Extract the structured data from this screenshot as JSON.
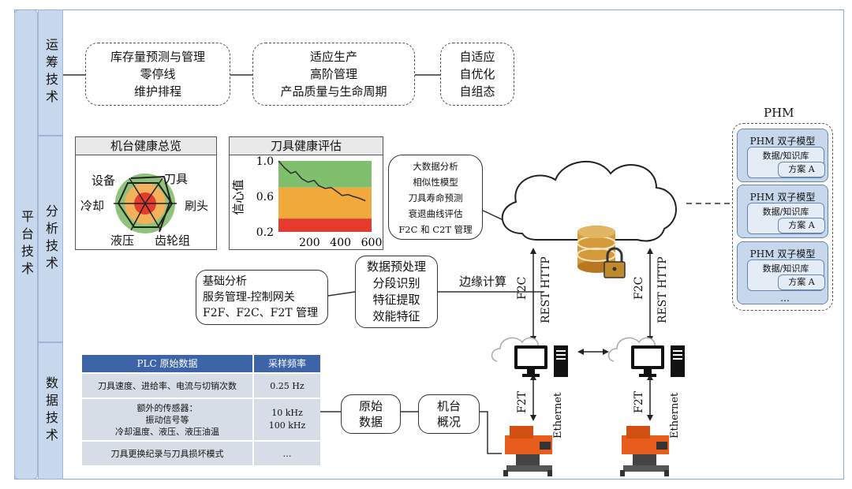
{
  "left_band": {
    "label": "平台技术"
  },
  "rows": [
    {
      "id": "ops",
      "label": "运筹技术"
    },
    {
      "id": "analysis",
      "label": "分析技术"
    },
    {
      "id": "data",
      "label": "数据技术"
    }
  ],
  "ops_boxes": [
    {
      "lines": [
        "库存量预测与管理",
        "零停线",
        "维护排程"
      ]
    },
    {
      "lines": [
        "适应生产",
        "高阶管理",
        "产品质量与生命周期"
      ]
    },
    {
      "lines": [
        "自适应",
        "自优化",
        "自组态"
      ]
    }
  ],
  "machine_health": {
    "title": "机台健康总览",
    "labels": [
      "设备",
      "刀具",
      "冷却",
      "刷头",
      "液压",
      "齿轮组"
    ]
  },
  "tool_health": {
    "title": "刀具健康评估",
    "ylabel": "信心值"
  },
  "chart_data": {
    "type": "line",
    "title": "刀具健康评估",
    "xlabel": "",
    "ylabel": "信心值",
    "x_ticks": [
      "200",
      "400",
      "600"
    ],
    "y_ticks": [
      "1.0",
      "0.6",
      "0.2"
    ],
    "xlim": [
      0,
      600
    ],
    "ylim": [
      0.2,
      1.0
    ],
    "bands": [
      {
        "from": 0.7,
        "to": 1.0,
        "color": "#7fbf6e"
      },
      {
        "from": 0.35,
        "to": 0.7,
        "color": "#f2a93b"
      },
      {
        "from": 0.2,
        "to": 0.35,
        "color": "#e53b2f"
      }
    ],
    "series": [
      {
        "x": [
          0,
          40,
          80,
          110,
          150,
          190,
          230,
          260,
          300,
          340,
          380,
          410,
          450,
          480,
          520,
          560
        ],
        "y": [
          1.0,
          0.92,
          0.86,
          0.88,
          0.8,
          0.76,
          0.78,
          0.72,
          0.69,
          0.7,
          0.65,
          0.61,
          0.62,
          0.6,
          0.58,
          0.55
        ],
        "color": "#2d2d2d"
      }
    ]
  },
  "analysis_bubble": {
    "lines": [
      "大数据分析",
      "相似性模型",
      "刀具寿命预测",
      "衰退曲线评估",
      "F2C 和 C2T 管理"
    ]
  },
  "phm": {
    "title": "PHM",
    "cards": [
      {
        "title": "PHM 双子模型",
        "db": "数据/知识库",
        "plan": "方案 A"
      },
      {
        "title": "PHM 双子模型",
        "db": "数据/知识库",
        "plan": "方案 A"
      },
      {
        "title": "PHM 双子模型",
        "db": "数据/知识库",
        "plan": "方案 A"
      }
    ],
    "ellipsis": "…"
  },
  "basic_analysis": {
    "lines": [
      "基础分析",
      "服务管理-控制网关",
      "F2F、F2C、F2T 管理"
    ]
  },
  "preprocess": {
    "lines": [
      "数据预处理",
      "分段识别",
      "特征提取",
      "效能特征"
    ]
  },
  "edge_label": "边缘计算",
  "link_labels": {
    "f2c": "F2C",
    "rest": "REST HTTP",
    "f2t": "F2T",
    "ethernet": "Ethernet"
  },
  "plc_table": {
    "headers": [
      "PLC 原始数据",
      "采样频率"
    ],
    "rows": [
      {
        "data": [
          "刀具速度、进给率、电流与切销次数"
        ],
        "freq": [
          "0.25 Hz"
        ]
      },
      {
        "data": [
          "额外的传感器：",
          "振动信号等",
          "冷却温度、液压、液压油温"
        ],
        "freq": [
          "10 kHz",
          "100 kHz"
        ]
      },
      {
        "data": [
          "刀具更换纪录与刀具损坏模式"
        ],
        "freq": [
          "…"
        ]
      }
    ]
  },
  "raw_data": {
    "lines": [
      "原始",
      "数据"
    ]
  },
  "machine_overview": {
    "lines": [
      "机台",
      "概况"
    ]
  }
}
